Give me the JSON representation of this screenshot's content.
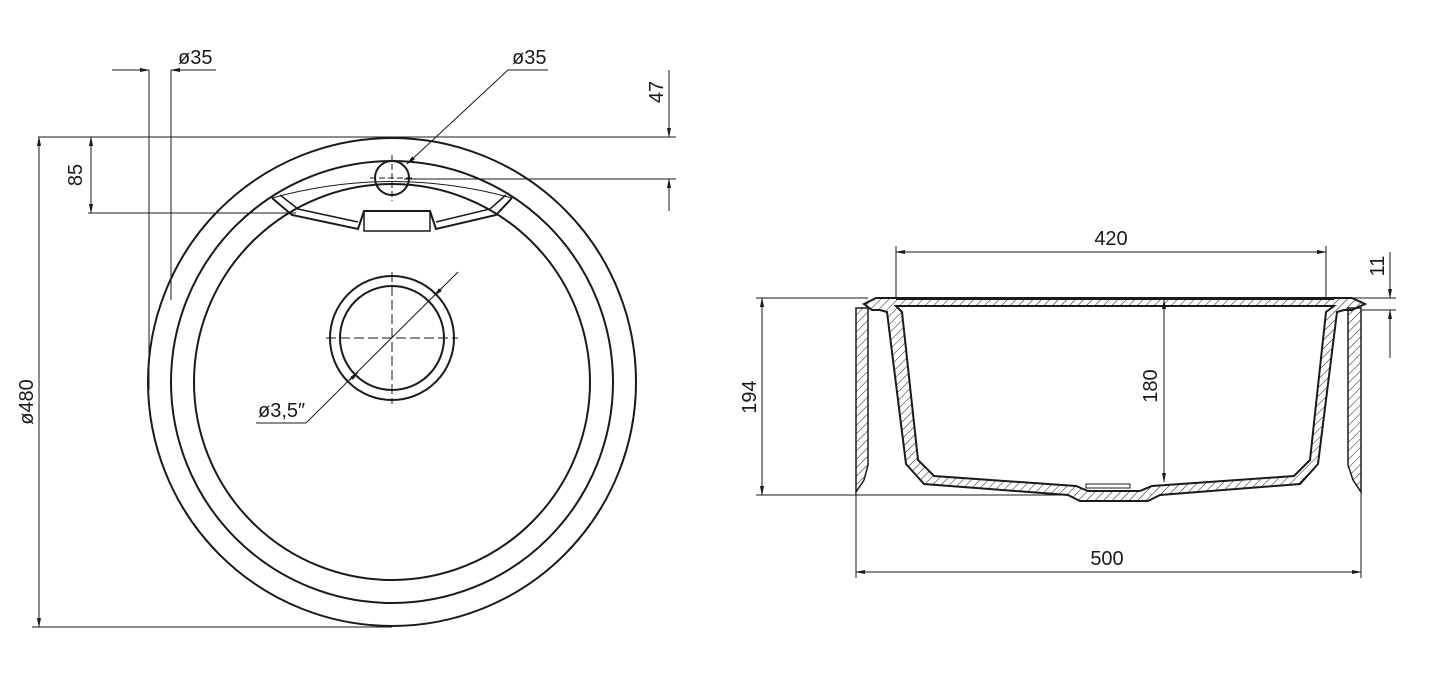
{
  "top_view": {
    "tap_hole_diameter": "ø35",
    "overflow_hole_diameter": "ø35",
    "overflow_offset": "47",
    "tap_offset": "85",
    "drain_diameter": "ø3,5″",
    "overall_diameter": "ø480"
  },
  "section_view": {
    "bowl_width": "420",
    "rim_height": "11",
    "bowl_depth": "180",
    "overall_height": "194",
    "overall_width": "500"
  },
  "colors": {
    "line": "#1a1a1a",
    "background": "#ffffff"
  }
}
